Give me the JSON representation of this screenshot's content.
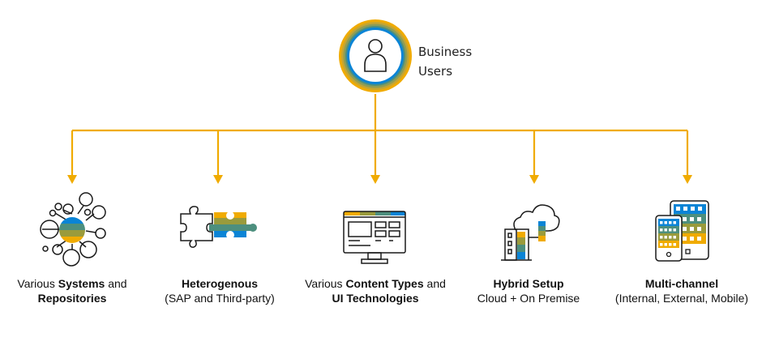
{
  "colors": {
    "connector": "#F0AB00",
    "blue": "#0A84D6",
    "teal": "#4D8F7E",
    "olive": "#9A9B3C",
    "gold": "#F0AB00",
    "outline": "#1a1a1a"
  },
  "root": {
    "icon": "user-icon",
    "label_line1": "Business",
    "label_line2": "Users"
  },
  "nodes": [
    {
      "icon": "network-nodes-icon",
      "pre": "Various ",
      "bold": "Systems",
      "post": " and",
      "line2": "Repositories",
      "line2_bold": true
    },
    {
      "icon": "puzzle-icon",
      "pre": "",
      "bold": "Heterogenous",
      "post": "",
      "line2": "(SAP and Third-party)",
      "line2_bold": false
    },
    {
      "icon": "monitor-icon",
      "pre": "Various ",
      "bold": "Content Types",
      "post": " and",
      "line2": "UI Technologies",
      "line2_bold": true
    },
    {
      "icon": "cloud-building-icon",
      "pre": "",
      "bold": "Hybrid Setup",
      "post": "",
      "line2": "Cloud + On Premise",
      "line2_bold": false
    },
    {
      "icon": "mobile-devices-icon",
      "pre": "",
      "bold": "Multi-channel",
      "post": "",
      "line2": "(Internal, External, Mobile)",
      "line2_bold": false
    }
  ]
}
